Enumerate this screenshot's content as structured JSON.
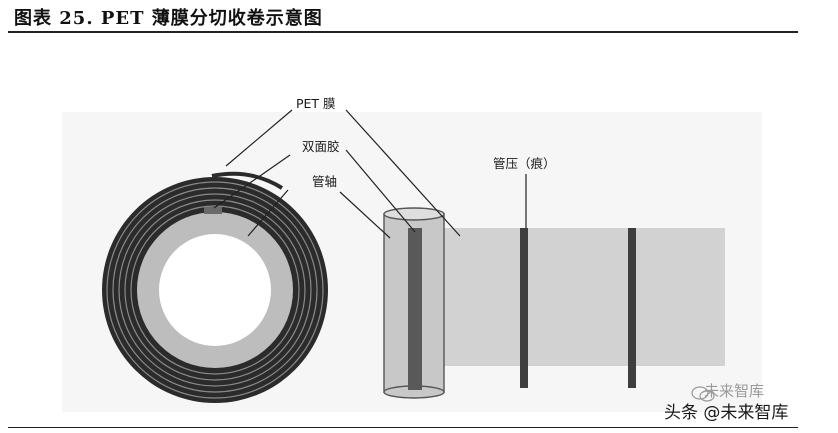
{
  "figure": {
    "title": "图表 25. PET 薄膜分切收卷示意图"
  },
  "labels": {
    "pet_film": "PET 膜",
    "double_sided_tape": "双面胶",
    "core": "管轴",
    "core_mark": "管压（痕）"
  },
  "watermark": {
    "text": "头条 @未来智库",
    "ghost_text": "未来智库",
    "icon": "wechat-icon"
  },
  "colors": {
    "film_dark": "#2a2a2a",
    "core_gray": "#bdbdbd",
    "sheet_gray": "#d2d2d2",
    "mark_dark": "#4a4a4a"
  }
}
